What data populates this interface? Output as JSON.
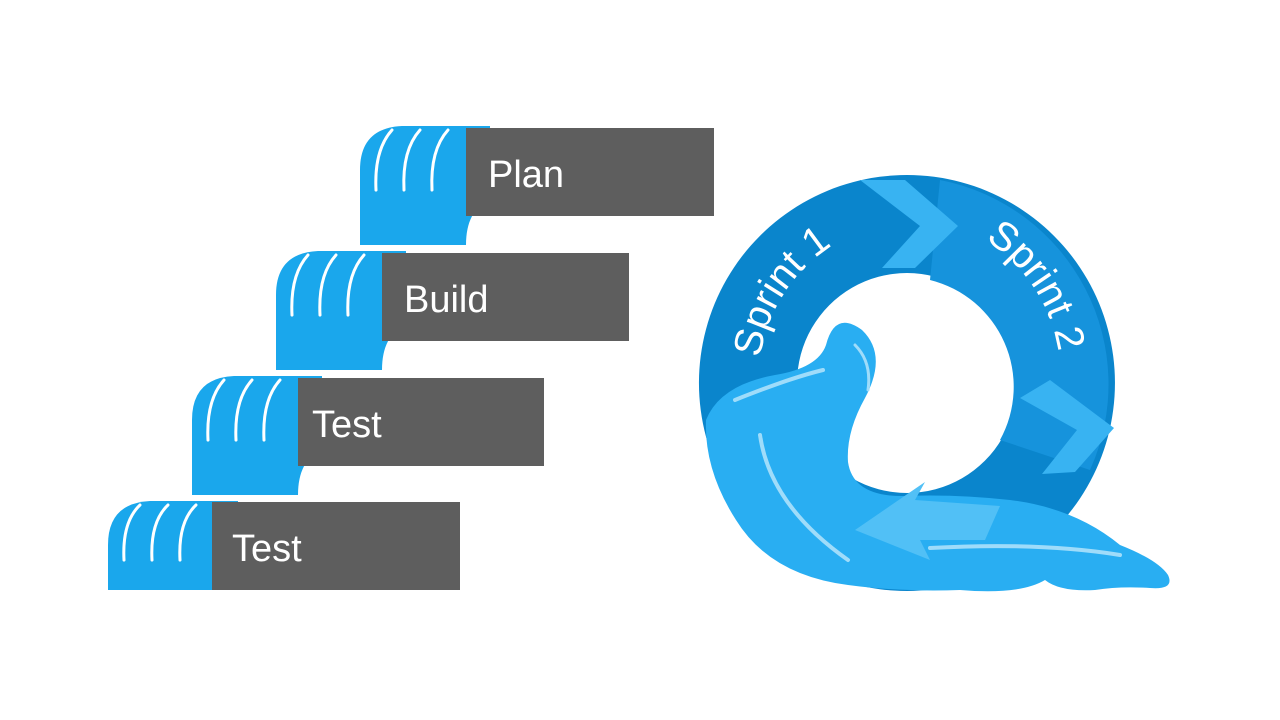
{
  "waterfall": {
    "steps": [
      {
        "label": "Plan"
      },
      {
        "label": "Build"
      },
      {
        "label": "Test"
      },
      {
        "label": "Test"
      }
    ],
    "colors": {
      "water": "#1aa7ec",
      "water_light": "#8ad6fb",
      "box": "#5e5e5e",
      "text": "#ffffff"
    }
  },
  "agile_cycle": {
    "sprints": [
      {
        "label": "Sprint 1"
      },
      {
        "label": "Sprint 2"
      }
    ],
    "colors": {
      "ring_dark": "#0a85cc",
      "ring_mid": "#1693dc",
      "chevron": "#38b3f2",
      "wave": "#29aef2",
      "wave_highlight": "#9fdcfa",
      "text": "#ffffff"
    }
  }
}
